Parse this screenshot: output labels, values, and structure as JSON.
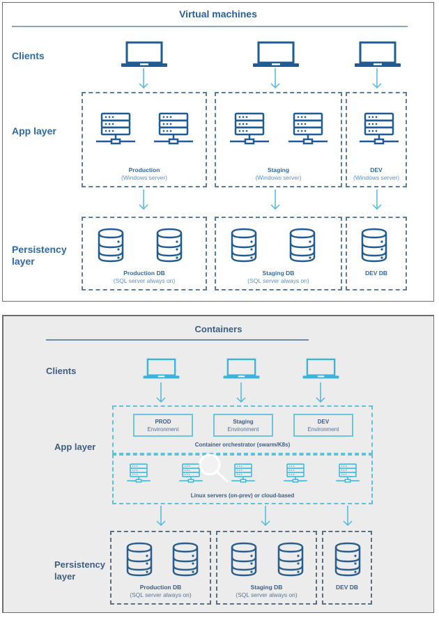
{
  "colors": {
    "vm_icon": "#1f5b94",
    "vm_label": "#2e6aa6",
    "vm_title": "#2b5f93",
    "vm_rule": "#8ba6b9",
    "vm_dash": "#5a7d9e",
    "vm_sub": "#5d8fc4",
    "arrow": "#4fb7de",
    "ct_icon": "#3db3dc",
    "ct_db_icon": "#2a5d8c",
    "ct_label": "#3e5d82",
    "ct_title": "#3e5d82",
    "ct_rule": "#6c8aa6",
    "ct_dash_app": "#5ec0dd",
    "ct_dash_db": "#5d6e80"
  },
  "vm": {
    "title": "Virtual machines",
    "rows": {
      "clients": "Clients",
      "app": "App layer",
      "persistency": "Persistency layer"
    },
    "clients": [
      {
        "icon": "laptop-icon"
      },
      {
        "icon": "laptop-icon"
      },
      {
        "icon": "laptop-icon"
      }
    ],
    "app_groups": [
      {
        "name": "Production",
        "sub": "(Windows server)",
        "servers": 2
      },
      {
        "name": "Staging",
        "sub": "(Windows server)",
        "servers": 2
      },
      {
        "name": "DEV",
        "sub": "(Windows server)",
        "servers": 1
      }
    ],
    "db_groups": [
      {
        "name": "Production DB",
        "sub": "(SQL server always on)",
        "dbs": 2
      },
      {
        "name": "Staging DB",
        "sub": "(SQL server always on)",
        "dbs": 2
      },
      {
        "name": "DEV DB",
        "sub": "",
        "dbs": 1
      }
    ]
  },
  "ct": {
    "title": "Containers",
    "rows": {
      "clients": "Clients",
      "app": "App layer",
      "persistency": "Persistency layer"
    },
    "clients": [
      {
        "icon": "laptop-icon"
      },
      {
        "icon": "laptop-icon"
      },
      {
        "icon": "laptop-icon"
      }
    ],
    "environments": [
      {
        "name": "PROD",
        "sub": "Environment"
      },
      {
        "name": "Staging",
        "sub": "Environment"
      },
      {
        "name": "DEV",
        "sub": "Environment"
      }
    ],
    "orchestrator_label": "Container orchestrator (swarm/K8s)",
    "servers_label": "Linux servers (on-prev) or cloud-based",
    "server_count": 5,
    "db_groups": [
      {
        "name": "Production DB",
        "sub": "(SQL server always on)",
        "dbs": 2
      },
      {
        "name": "Staging DB",
        "sub": "(SQL server always on)",
        "dbs": 2
      },
      {
        "name": "DEV DB",
        "sub": "",
        "dbs": 1
      }
    ]
  }
}
